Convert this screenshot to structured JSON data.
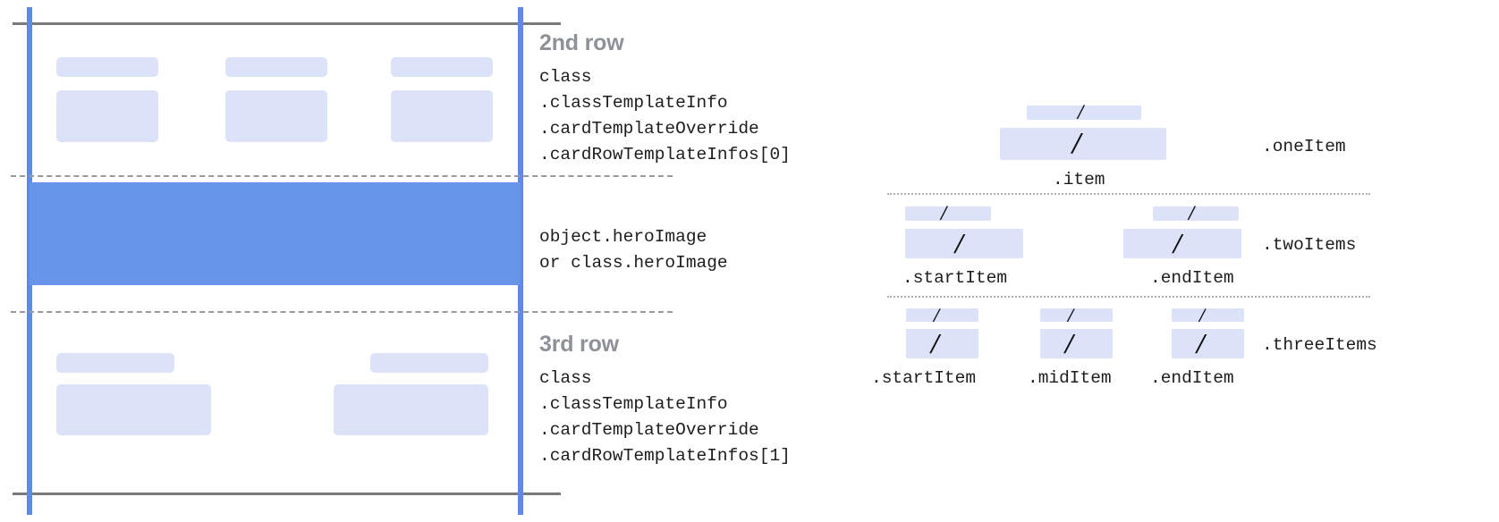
{
  "diagram": {
    "title_row2": "2nd row",
    "title_row3": "3rd row",
    "code_row2": "class\n.classTemplateInfo\n.cardTemplateOverride\n.cardRowTemplateInfos[0]",
    "code_hero": "object.heroImage\nor class.heroImage",
    "code_row3": "class\n.classTemplateInfo\n.cardTemplateOverride\n.cardRowTemplateInfos[1]",
    "slash_glyph": "/",
    "colors": {
      "placeholder_fill": "#dce3f9",
      "hero_fill": "#6694e8",
      "guide_blue": "#5c8ae6",
      "frame_gray": "#7a7a7a",
      "title_gray": "#8e9197",
      "text_black": "#1d1d1d"
    }
  },
  "items": {
    "one": {
      "group_label": ".oneItem",
      "cells": [
        {
          "label": ".item"
        }
      ]
    },
    "two": {
      "group_label": ".twoItems",
      "cells": [
        {
          "label": ".startItem"
        },
        {
          "label": ".endItem"
        }
      ]
    },
    "three": {
      "group_label": ".threeItems",
      "cells": [
        {
          "label": ".startItem"
        },
        {
          "label": ".midItem"
        },
        {
          "label": ".endItem"
        }
      ]
    }
  }
}
